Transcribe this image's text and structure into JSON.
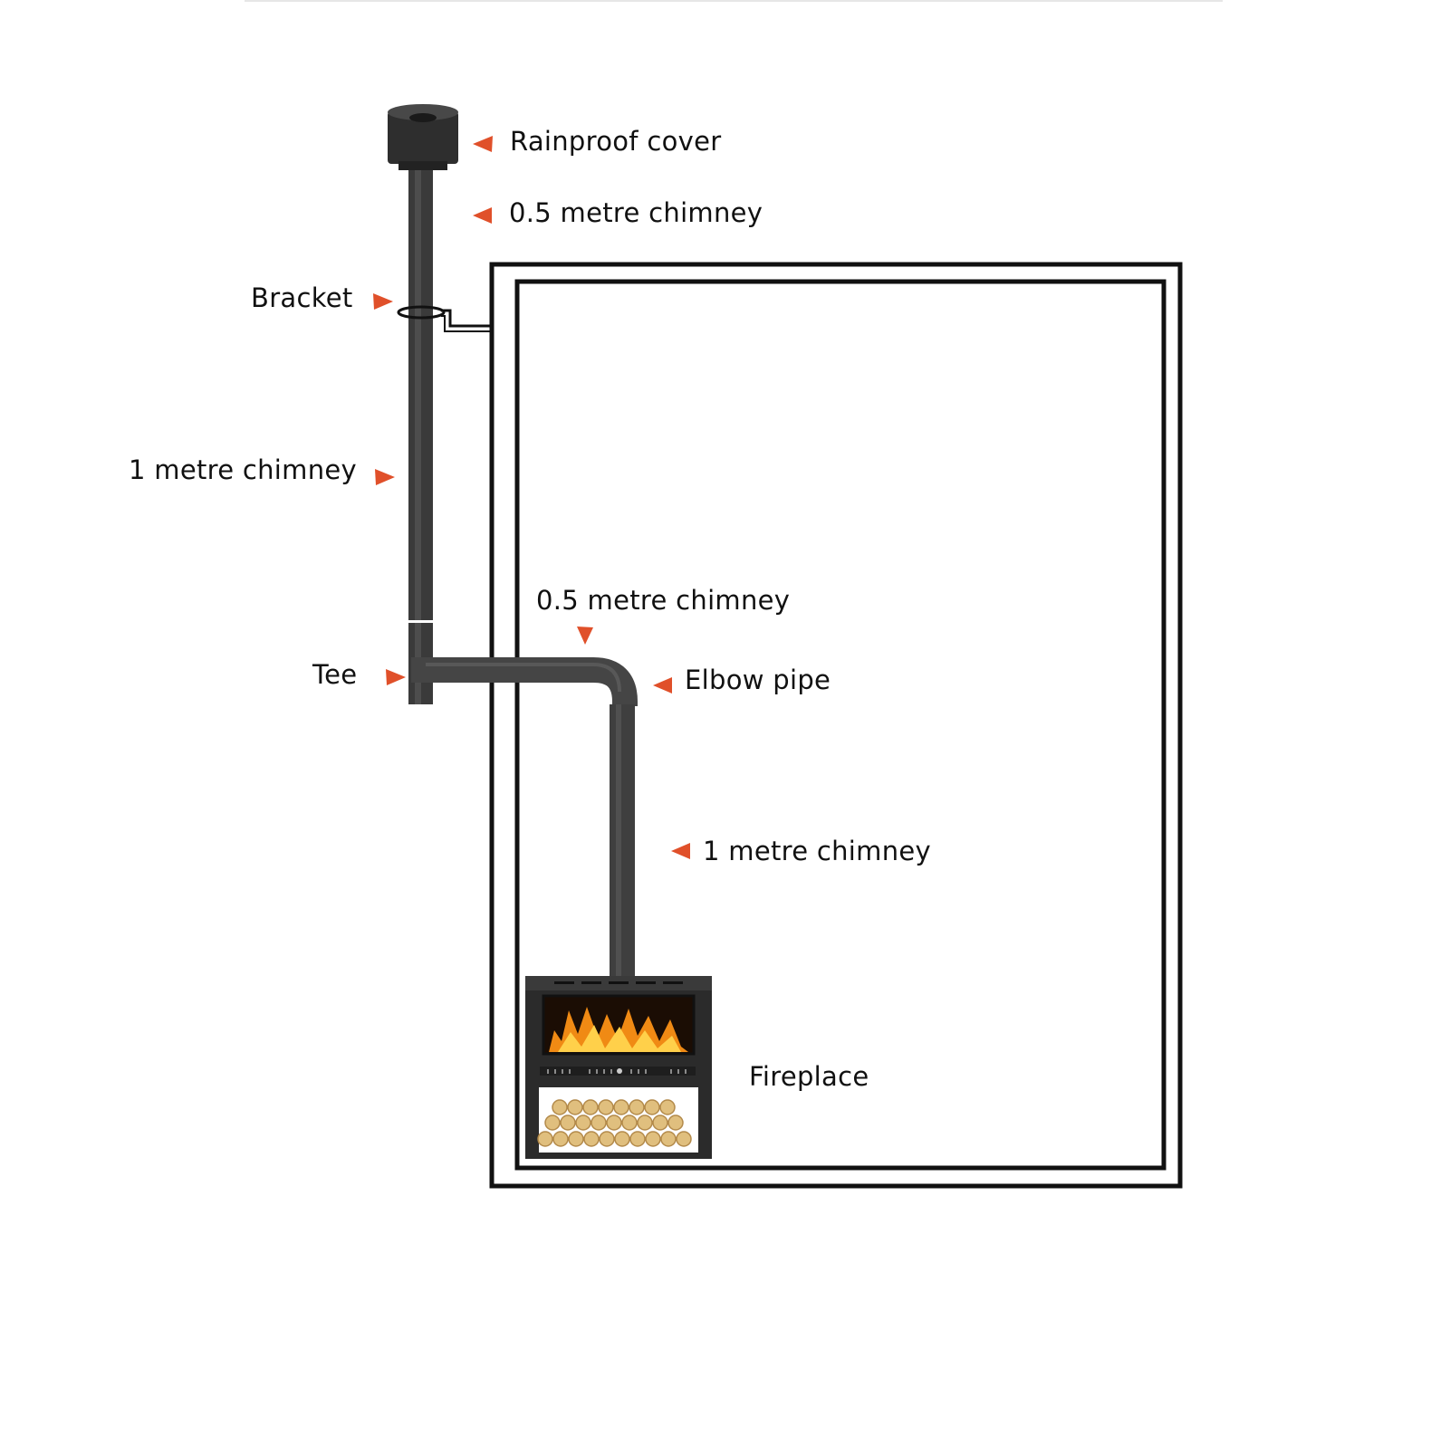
{
  "labels": {
    "rainproof_cover": "Rainproof cover",
    "chimney_top_half": "0.5 metre chimney",
    "bracket": "Bracket",
    "chimney_outer_one": "1 metre chimney",
    "chimney_horizontal_half": "0.5 metre chimney",
    "tee": "Tee",
    "elbow_pipe": "Elbow pipe",
    "chimney_inner_one": "1 metre chimney",
    "fireplace": "Fireplace"
  },
  "colors": {
    "pointer_arrow": "#e0502a",
    "pipe": "#3c3c3c",
    "wall_outline": "#111111",
    "fire": "#f08a14",
    "log": "#e0bf7e"
  }
}
